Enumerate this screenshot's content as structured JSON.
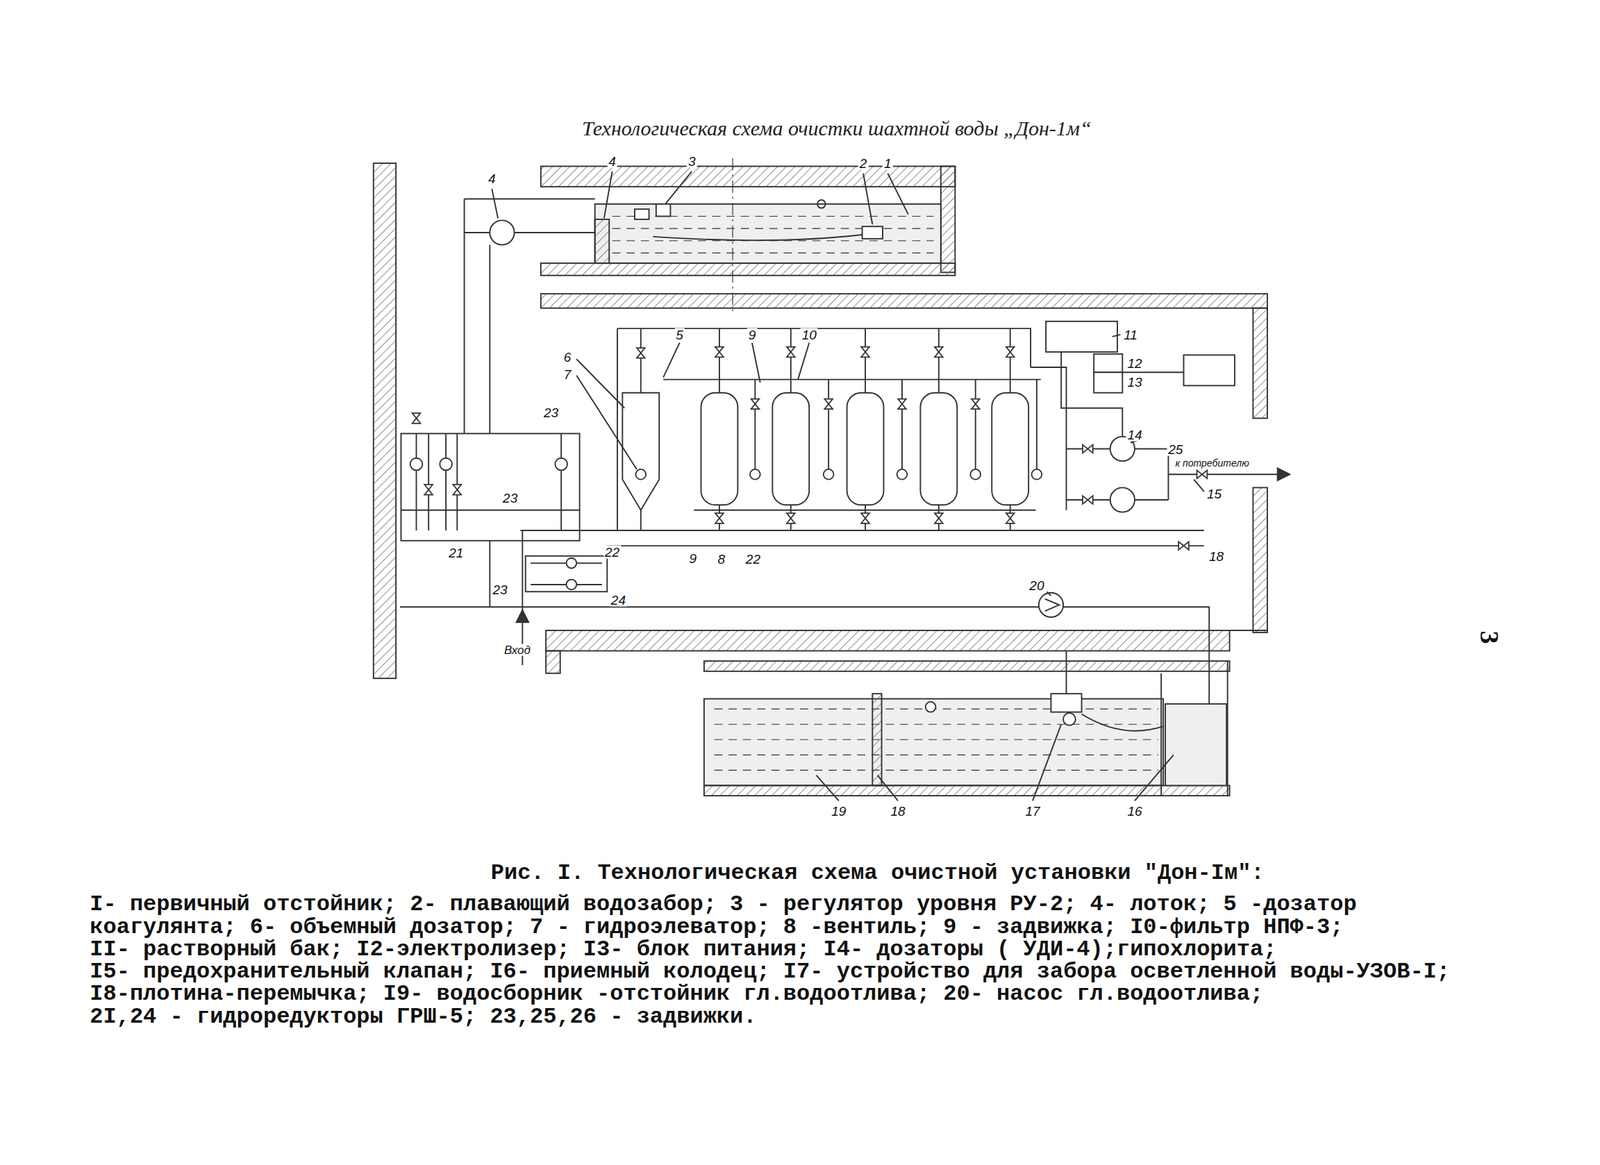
{
  "diagram": {
    "title": "Технологическая схема очистки шахтной воды „Дон-1м“",
    "caption": "Рис. I. Технологическая схема очистной установки \"Дон-Iм\":",
    "labels": [
      "4",
      "4",
      "3",
      "2",
      "1",
      "5",
      "9",
      "10",
      "6",
      "7",
      "11",
      "12",
      "13",
      "14",
      "25",
      "к потребителю",
      "15",
      "18",
      "23",
      "23",
      "21",
      "22",
      "24",
      "23",
      "9",
      "8",
      "22",
      "20",
      "Вход",
      "19",
      "18",
      "17",
      "16",
      "I- первичный отстойник; 2- плавающий водозабор; 3 - регулятор уровня РУ-2; 4- лоток; 5 -дозатор",
      "коагулянта; 6- объемный дозатор; 7 - гидроэлеватор; 8 -вентиль; 9 - задвижка; I0-фильтр НПФ-3;",
      "II- растворный бак; I2-электролизер; I3- блок питания; I4- дозаторы ( УДИ-4);гипохлорита;",
      "I5- предохранительный клапан; I6- приемный колодец; I7- устройство для забора осветленной воды-УЗОВ-I;",
      "I8-плотина-перемычка; I9- водосборник -отстойник гл.водоотлива; 20- насос гл.водоотлива;",
      "2I,24 - гидроредукторы ГРШ-5; 23,25,26 - задвижки.",
      "3"
    ]
  }
}
